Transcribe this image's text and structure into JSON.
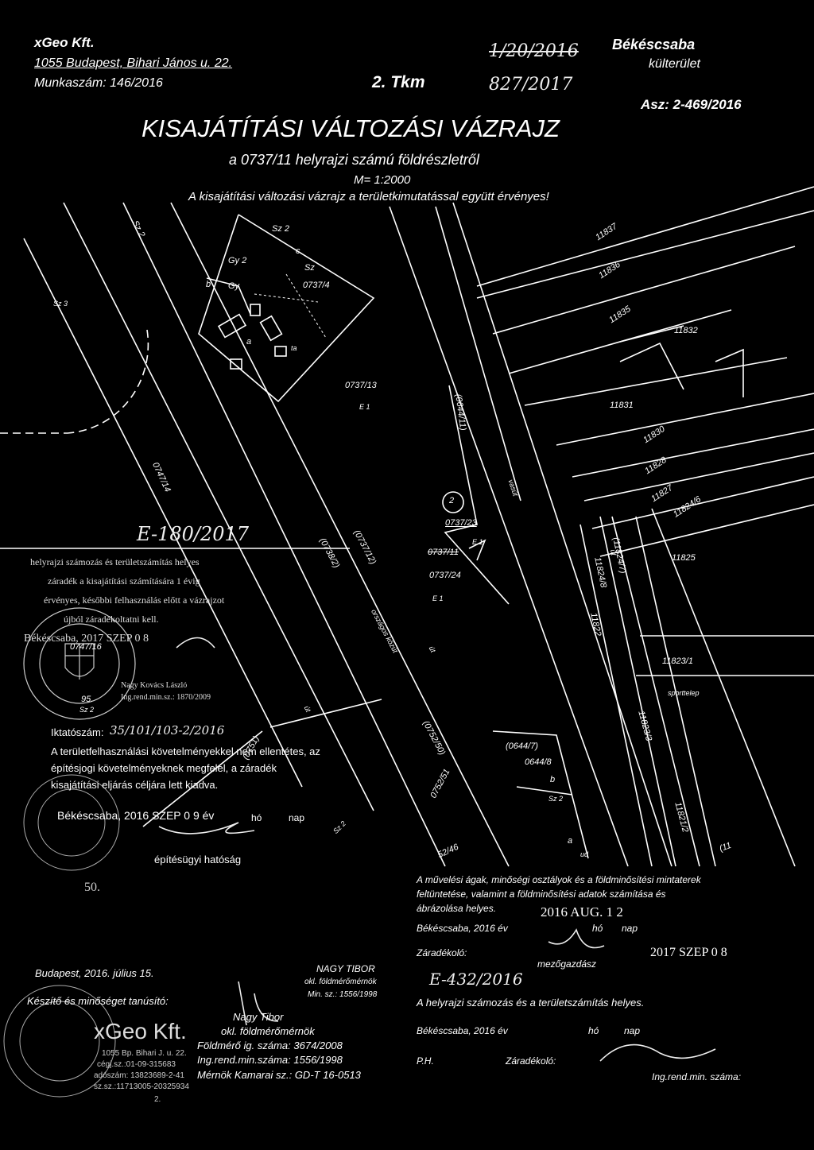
{
  "header": {
    "company": "xGeo Kft.",
    "address": "1055 Budapest, Bihari János u. 22.",
    "work_number": "Munkaszám: 146/2016",
    "tkm": "2. Tkm",
    "city": "Békéscsaba",
    "area": "külterület",
    "asz": "Asz: 2-469/2016",
    "title": "KISAJÁTÍTÁSI VÁLTOZÁSI VÁZRAJZ",
    "subtitle": "a 0737/11 helyrajzi számú földrészletről",
    "scale": "M= 1:2000",
    "note": "A kisajátítási változási vázrajz a területkimutatással együtt érvényes!",
    "handwritten_top_1": "1/20/2016",
    "handwritten_top_2": "827/2017"
  },
  "map_labels": {
    "sz2_a": "Sz 2",
    "sz2_b": "Sz 2",
    "sz3": "Sz 3",
    "gy2": "Gy 2",
    "c": "c",
    "sz_c": "Sz",
    "b_left": "b",
    "gy": "Gy",
    "p0737_4": "0737/4",
    "a_left": "a",
    "ta": "ta",
    "p0737_13": "0737/13",
    "e1_a": "E 1",
    "p0644_11": "(0644/11)",
    "p0747_14": "0747/14",
    "circle_2": "2",
    "p0737_23": "0737/23",
    "p0737_11": "0737/11",
    "e1_b": "E 1",
    "p0737_24": "0737/24",
    "e1_c": "E 1",
    "p0738_2": "(0738/2)",
    "p0737_12": "(0737/12)",
    "orszagos_kozut": "országos közút",
    "ut_a": "út",
    "ut_b": "út",
    "vasut": "vasút",
    "p11837": "11837",
    "p11836": "11836",
    "p11835": "11835",
    "p11832": "11832",
    "p11831": "11831",
    "p11830": "11830",
    "p11828": "11828",
    "p11827": "11827",
    "p11824_6": "11824/6",
    "p11825": "11825",
    "p11824_7": "(11824/7)",
    "ut_c": "út",
    "p11824_8": "11824/8",
    "p11822": "11822",
    "p11823_1": "11823/1",
    "sporttelep": "sporttelep",
    "p11823_3": "11823/3",
    "p0644_7": "(0644/7)",
    "p0644_8": "0644/8",
    "b_right": "b",
    "sz2_c": "Sz 2",
    "p11821_2": "11821/2",
    "a_right": "a",
    "ud": "ud",
    "p11_r": "(11",
    "p0752_50": "(0752/50)",
    "p0752_51": "0752/51",
    "p0751": "(0751)",
    "sz2_d": "Sz 2",
    "p46": "52/46",
    "p0747_16": "0747/16",
    "p95": "95.",
    "sz2_e": "Sz 2",
    "p50": "50."
  },
  "left_clause": {
    "handwritten_code": "E-180/2017",
    "line1": "helyrajzi számozás és területszámítás helyes",
    "line2": "záradék a kisajátítási számítására 1 évig",
    "line3": "érvényes, későbbi felhasználás előtt a vázrajzot",
    "line4": "újból záradékoltatni kell.",
    "place_date": "Békéscsaba, 2017 SZEP 0 8",
    "name": "Nagy Kovács László",
    "reg": "Ing.rend.min.sz.: 1870/2009"
  },
  "iktato": {
    "label": "Iktatószám:",
    "number": "35/101/103-2/2016",
    "text1": "A területfelhasználási követelményekkel nem ellentétes, az",
    "text2": "építésjogi követelményeknek megfelel, a záradék",
    "text3": "kisajátítási eljárás céljára lett kiadva.",
    "date": "Békéscsaba, 2016 SZEP 0 9 év",
    "ho": "hó",
    "nap": "nap",
    "authority": "építésügyi hatóság"
  },
  "right_block": {
    "text1": "A művelési ágak, minőségi osztályok és a földminősítési mintaterek",
    "text2": "feltüntetése, valamint a földminősítési adatok számítása és",
    "text3": "ábrázolása helyes.",
    "stamp_date_1": "2016 AUG. 1 2",
    "place_1": "Békéscsaba, 2016 év",
    "ho_1": "hó",
    "nap_1": "nap",
    "zaradekolo": "Záradékoló:",
    "stamp_date_2": "2017 SZEP 0 8",
    "mezogazdasz": "mezőgazdász",
    "handwritten_code_2": "E-432/2016",
    "hrsz_ok": "A helyrajzi számozás és a területszámítás helyes.",
    "place_2": "Békéscsaba, 2016 év",
    "ho_2": "hó",
    "nap_2": "nap",
    "ph": "P.H.",
    "zaradekolo_2": "Záradékoló:",
    "ing_rend": "Ing.rend.min. száma:"
  },
  "footer": {
    "date": "Budapest, 2016. július 15.",
    "keszito": "Készítő és minőséget tanúsító:",
    "stamp_name": "NAGY TIBOR",
    "stamp_l1": "okl. földmérőmérnök",
    "stamp_l2": "Min. sz.: 1556/1998",
    "person": "Nagy Tibor",
    "title1": "okl. földmérőmérnök",
    "title2": "Földmérő ig. száma: 3674/2008",
    "title3": "Ing.rend.min.száma: 1556/1998",
    "title4": "Mérnök Kamarai sz.: GD-T 16-0513",
    "company_stamp": "xGeo Kft.",
    "cs_addr": "1055 Bp. Bihari J. u. 22.",
    "cs_reg": "cégj.sz.:01-09-315683",
    "cs_tax": "adószám: 13823689-2-41",
    "cs_bank": "sz.sz.:11713005-20325934",
    "cs_num": "2."
  }
}
